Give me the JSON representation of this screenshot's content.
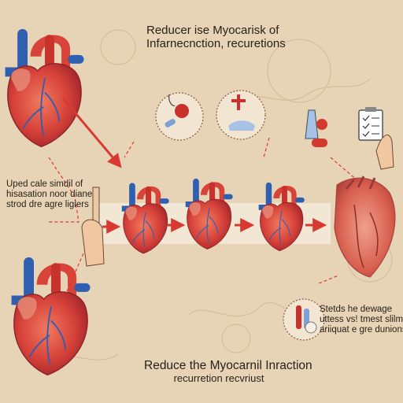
{
  "header": {
    "line1": "Reducer ise Myocarisk of",
    "line2": "Infarnecnction, recuretions"
  },
  "left_note": {
    "line1": "Uped cale simdil of",
    "line2": "hisasation noor diane",
    "line3": "strod dre agre ligiers"
  },
  "right_note": {
    "line1": "Stetds he dewage",
    "line2": "uttess vs! tmest slilmes",
    "line3": "ariiquat e gre dunions"
  },
  "footer": {
    "line1": "Reduce the Myocarnil Inraction",
    "line2": "recurretion recvriust"
  },
  "colors": {
    "background": "#e7d4b6",
    "heart_red": "#d8433a",
    "vessel_blue": "#2f5fb0",
    "arrow_red": "#d83a32",
    "circle_fill": "#f2e6d3"
  },
  "icons": [
    "stethoscope-icon",
    "pills-icon",
    "apple-icon",
    "thermometer-icon",
    "medicine-bottle-icon",
    "clipboard-checklist-icon",
    "raised-hand-icon",
    "test-tubes-icon"
  ]
}
